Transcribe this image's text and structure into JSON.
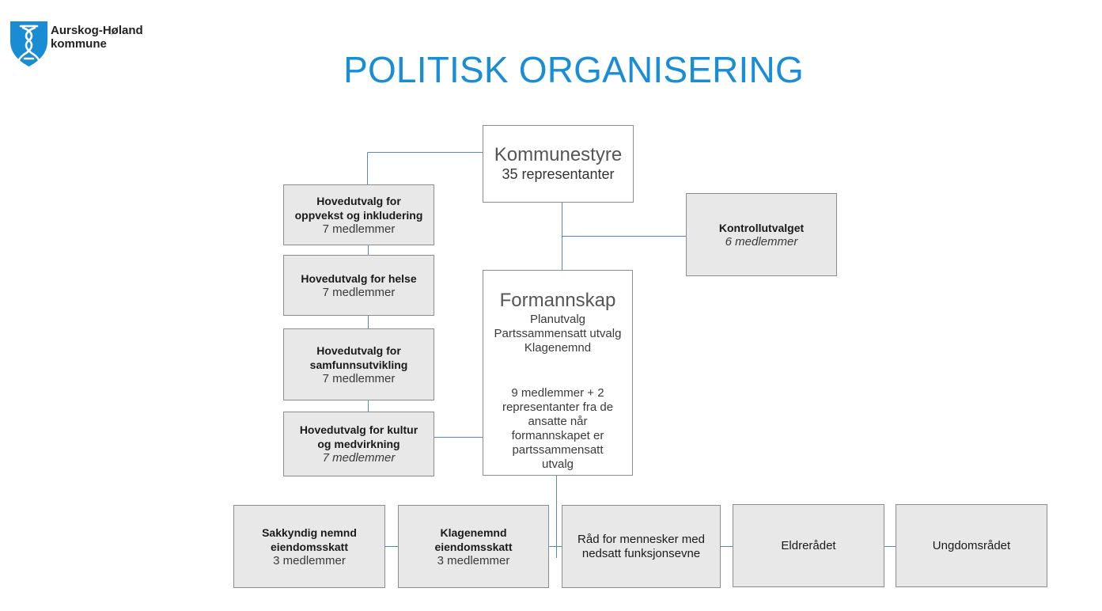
{
  "logo": {
    "line1": "Aurskog-Høland",
    "line2": "kommune",
    "shield_color": "#1a8cd3"
  },
  "title": "POLITISK ORGANISERING",
  "colors": {
    "title": "#1a8ed4",
    "box_fill": "#e8e8e8",
    "box_border": "#8c8c8c",
    "connector": "#5b86c3"
  },
  "kommunestyre": {
    "name": "Kommunestyre",
    "members": "35 representanter"
  },
  "kontrollutvalget": {
    "name": "Kontrollutvalget",
    "members": "6 medlemmer"
  },
  "formannskap": {
    "name": "Formannskap",
    "roles": [
      "Planutvalg",
      "Partssammensatt utvalg",
      "Klagenemnd"
    ],
    "members_lines": [
      "9 medlemmer + 2",
      "representanter fra de",
      "ansatte når",
      "formannskapet er",
      "partssammensatt",
      "utvalg"
    ]
  },
  "hovedutvalg": [
    {
      "name_lines": [
        "Hovedutvalg for",
        "oppvekst og inkludering"
      ],
      "members": "7 medlemmer"
    },
    {
      "name_lines": [
        "Hovedutvalg for helse"
      ],
      "members": "7 medlemmer"
    },
    {
      "name_lines": [
        "Hovedutvalg for",
        "samfunnsutvikling"
      ],
      "members": "7 medlemmer"
    },
    {
      "name_lines": [
        "Hovedutvalg for kultur",
        "og medvirkning"
      ],
      "members": "7 medlemmer"
    }
  ],
  "bottom_row": [
    {
      "name_lines": [
        "Sakkyndig nemnd",
        "eiendomsskatt"
      ],
      "members": "3 medlemmer"
    },
    {
      "name_lines": [
        "Klagenemnd",
        "eiendomsskatt"
      ],
      "members": "3 medlemmer"
    },
    {
      "name_lines": [
        "Råd for mennesker med",
        "nedsatt funksjonsevne"
      ]
    },
    {
      "name_lines": [
        "Eldrerådet"
      ]
    },
    {
      "name_lines": [
        "Ungdomsrådet"
      ]
    }
  ]
}
